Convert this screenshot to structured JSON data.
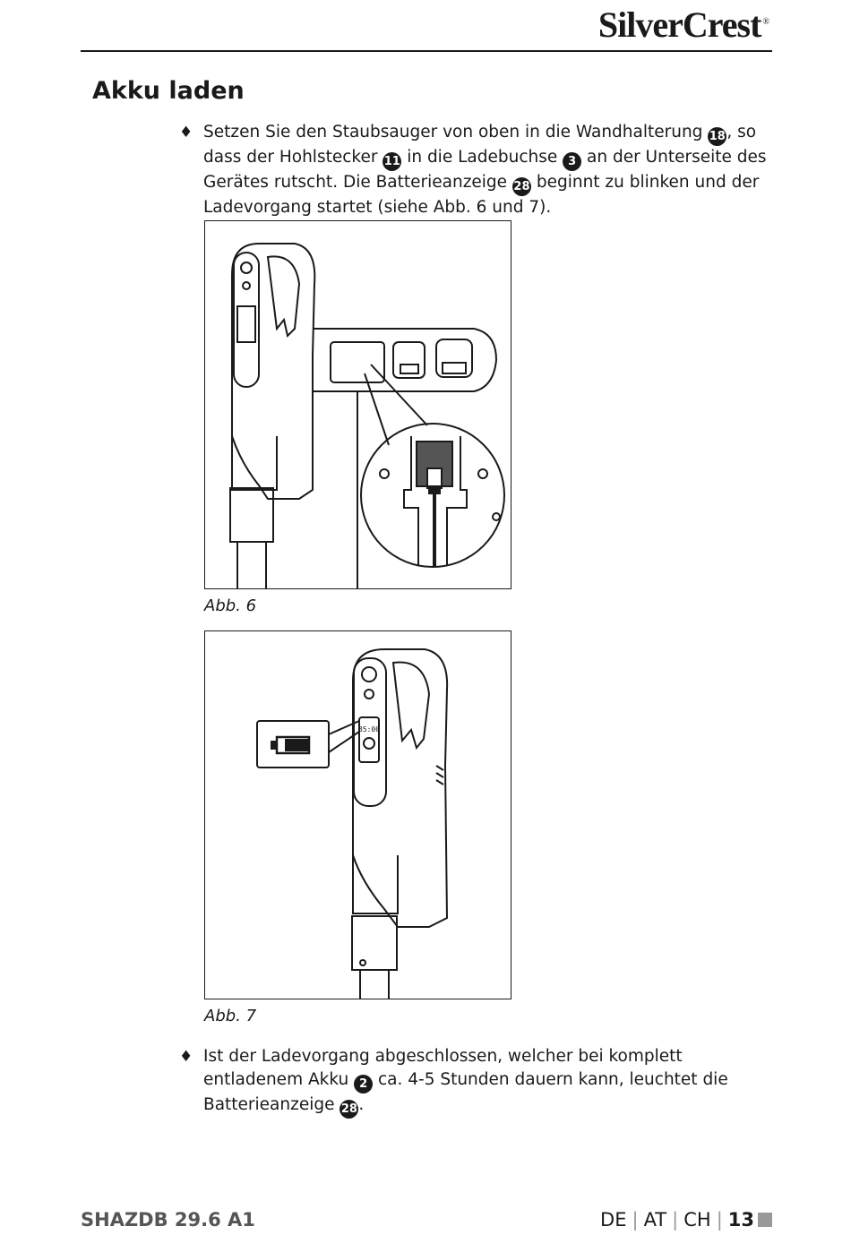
{
  "header": {
    "brand": "SilverCrest"
  },
  "section": {
    "title": "Akku laden"
  },
  "para1": {
    "bullet": "♦",
    "t1": "Setzen Sie den Staubsauger von oben in die Wandhalterung ",
    "n1": "18",
    "t2": ", so dass der Hohlstecker ",
    "n2": "11",
    "t3": " in die Ladebuchse ",
    "n3": "3",
    "t4": " an der Unterseite des Gerätes rutscht. Die Batterieanzeige ",
    "n4": "28",
    "t5": " beginnt zu blinken und der Ladevorgang startet (siehe Abb. 6 und 7)."
  },
  "figures": {
    "fig6": {
      "caption": "Abb. 6"
    },
    "fig7": {
      "caption": "Abb. 7",
      "display_text": "35:00"
    }
  },
  "para2": {
    "bullet": "♦",
    "t1": "Ist der Ladevorgang abgeschlossen, welcher bei komplett entladenem Akku ",
    "n1": "2",
    "t2": " ca. 4-5 Stunden dauern kann, leuchtet die Batterieanzeige ",
    "n2": "28",
    "t3": "."
  },
  "footer": {
    "model": "SHAZDB 29.6 A1",
    "lang_de": "DE",
    "lang_at": "AT",
    "lang_ch": "CH",
    "page": "13"
  }
}
